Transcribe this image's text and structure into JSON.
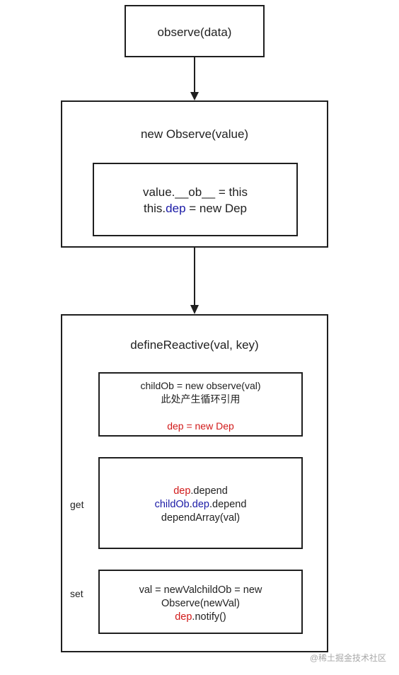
{
  "observe_box": {
    "label": "observe(data)"
  },
  "observe_class_box": {
    "title": "new Observe(value)",
    "inner": {
      "line1": "value.__ob__ = this",
      "line2_prefix": "this.",
      "line2_dep": "dep",
      "line2_suffix": " = new Dep"
    }
  },
  "define_reactive_box": {
    "title": "defineReactive(val, key)",
    "childob_box": {
      "line1": "childOb = new observe(val)",
      "line2": "此处产生循环引用",
      "line3": "dep = new Dep"
    },
    "get_label": "get",
    "get_box": {
      "line1_dep": "dep",
      "line1_suffix": ".depend",
      "line2_childob": "childOb",
      "line2_dot": ".",
      "line2_dep": "dep",
      "line2_suffix": ".depend",
      "line3": "dependArray(val)"
    },
    "set_label": "set",
    "set_box": {
      "line1": "val = newValchildOb = new",
      "line2": "Observe(newVal)",
      "line3_dep": "dep",
      "line3_suffix": ".notify()"
    }
  },
  "colors": {
    "keyword_blue": "#1a1aa6",
    "keyword_red": "#d11a1a",
    "border": "#1f1f1f"
  },
  "watermark": "@稀土掘金技术社区"
}
